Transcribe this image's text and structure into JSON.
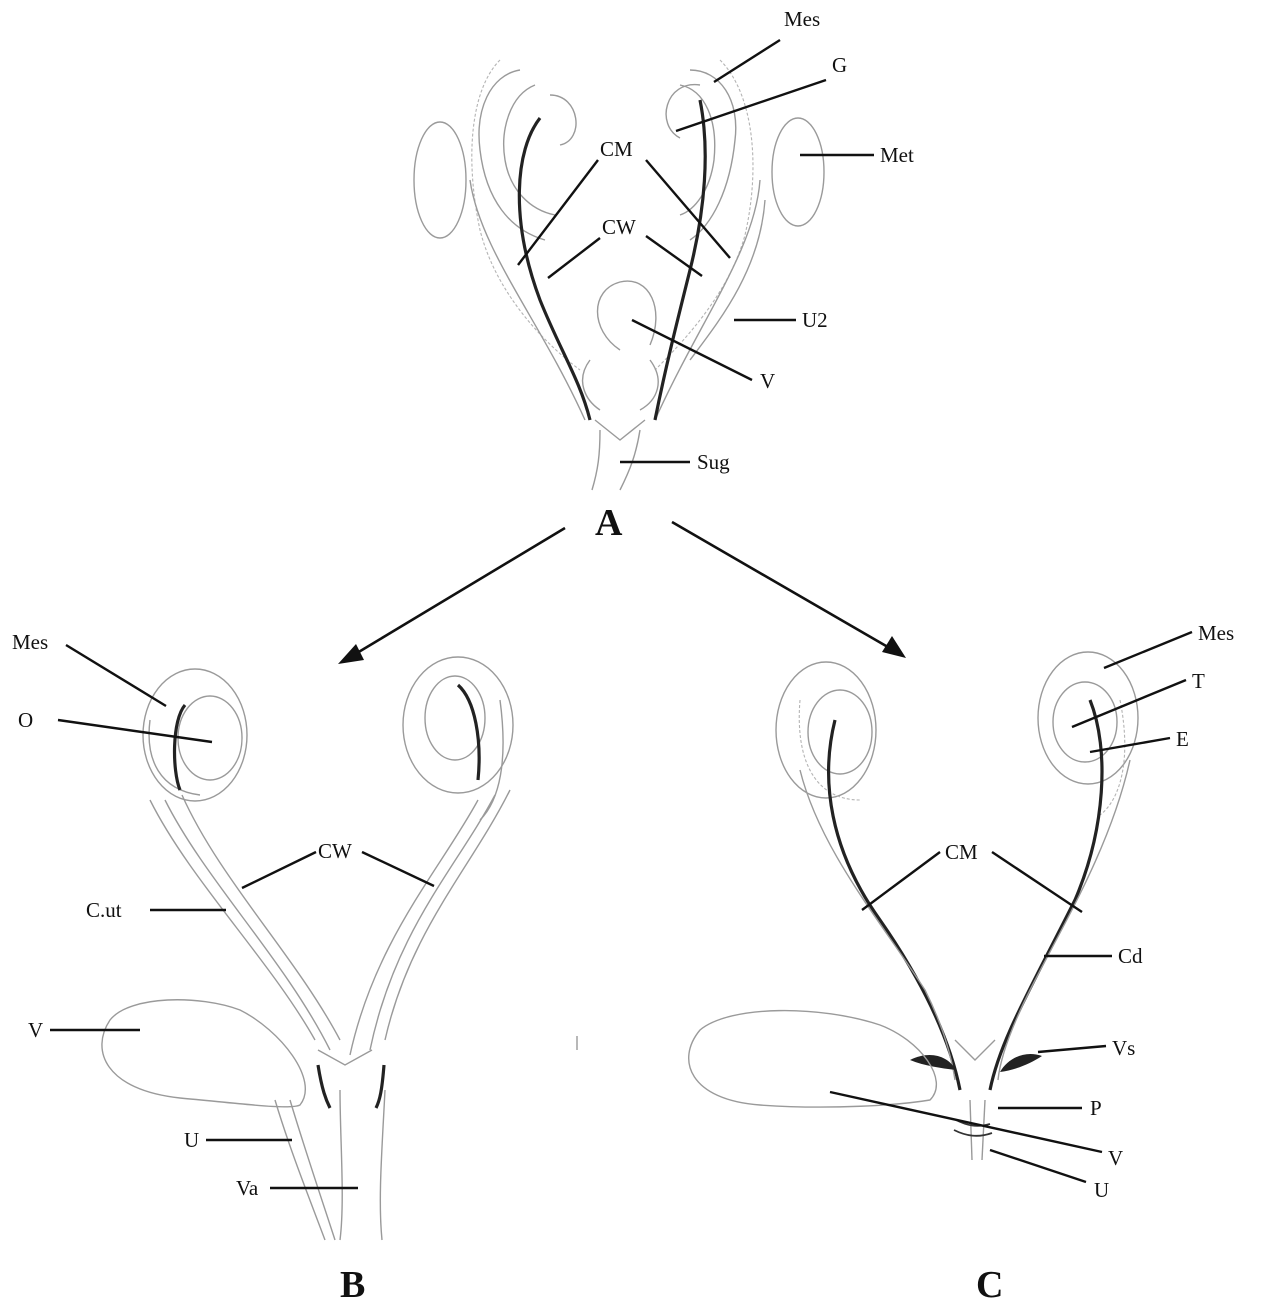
{
  "panels": {
    "a": {
      "letter": "A",
      "labels": {
        "mes": "Mes",
        "g": "G",
        "cm": "CM",
        "met": "Met",
        "cw": "CW",
        "u2": "U2",
        "v": "V",
        "sug": "Sug"
      }
    },
    "b": {
      "letter": "B",
      "labels": {
        "mes": "Mes",
        "o": "O",
        "cw": "CW",
        "cut": "C.ut",
        "v": "V",
        "u": "U",
        "va": "Va"
      }
    },
    "c": {
      "letter": "C",
      "labels": {
        "mes": "Mes",
        "t": "T",
        "e": "E",
        "cm": "CM",
        "cd": "Cd",
        "vs": "Vs",
        "p": "P",
        "v": "V",
        "u": "U"
      }
    }
  },
  "colors": {
    "line": "#111111",
    "faint_structure": "#9a9a9a",
    "background": "#ffffff"
  }
}
